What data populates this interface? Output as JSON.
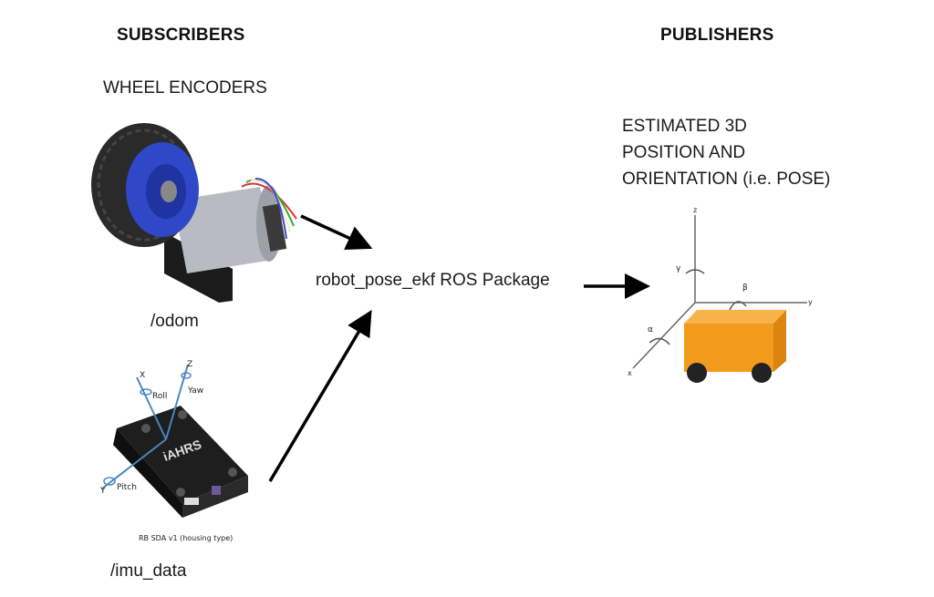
{
  "headings": {
    "subscribers": "SUBSCRIBERS",
    "publishers": "PUBLISHERS"
  },
  "inputs": {
    "wheel_encoders": {
      "title": "WHEEL ENCODERS",
      "topic": "/odom"
    },
    "imu": {
      "topic": "/imu_data",
      "caption": "RB SDA v1 (housing type)",
      "brand": "iAHRS",
      "axis_labels": {
        "x": "X",
        "z": "Z",
        "y": "Y",
        "roll": "Roll",
        "yaw": "Yaw",
        "pitch": "Pitch"
      }
    }
  },
  "package": {
    "name": "robot_pose_ekf ROS Package"
  },
  "output": {
    "title_line1": "ESTIMATED 3D",
    "title_line2": "POSITION AND",
    "title_line3": "ORIENTATION (i.e. POSE)",
    "axis_labels": {
      "z": "z",
      "y": "y",
      "x": "x",
      "gamma": "γ",
      "beta": "β",
      "alpha": "α"
    }
  },
  "colors": {
    "arrow": "#000000",
    "wheel_rim": "#2f48c8",
    "tire": "#2a2a2a",
    "motor": "#b8bcc2",
    "imu_body": "#1e1e1e",
    "imu_axis": "#4a86c0",
    "robot_body": "#f29b1c",
    "robot_wheel": "#222222"
  },
  "icons": [
    "wheel-encoder-motor-image",
    "imu-sensor-image",
    "robot-pose-axes-image"
  ]
}
